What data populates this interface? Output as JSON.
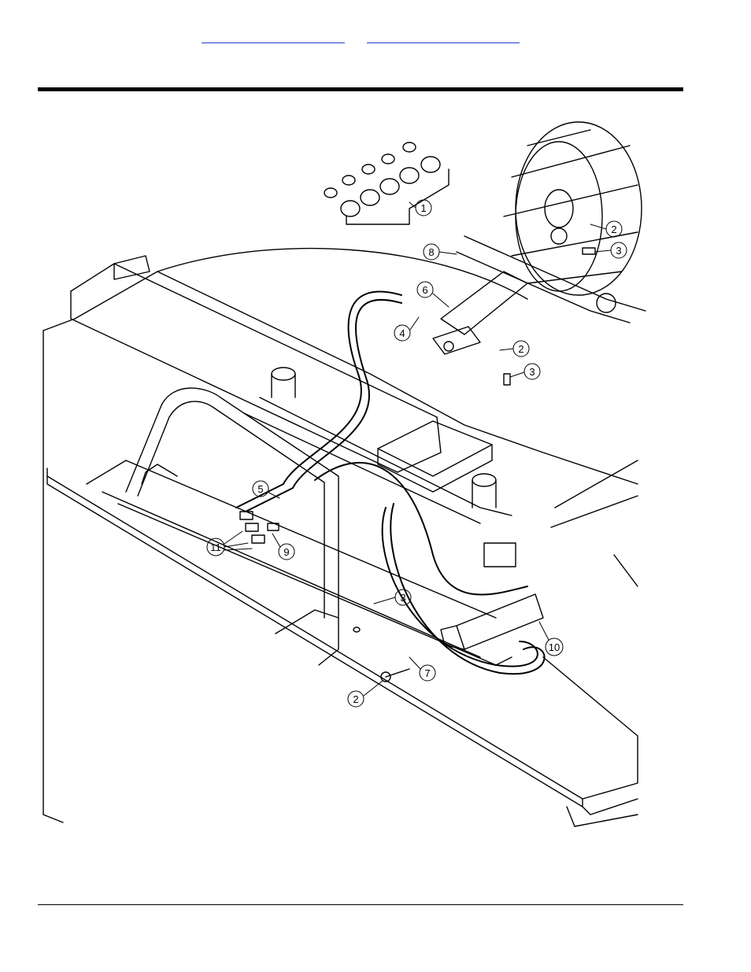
{
  "header": {
    "link_a": "",
    "link_b": ""
  },
  "callouts": [
    {
      "id": "c1",
      "label": "1"
    },
    {
      "id": "c2a",
      "label": "2"
    },
    {
      "id": "c3a",
      "label": "3"
    },
    {
      "id": "c8",
      "label": "8"
    },
    {
      "id": "c6",
      "label": "6"
    },
    {
      "id": "c4",
      "label": "4"
    },
    {
      "id": "c2b",
      "label": "2"
    },
    {
      "id": "c3b",
      "label": "3"
    },
    {
      "id": "c5",
      "label": "5"
    },
    {
      "id": "c11",
      "label": "11"
    },
    {
      "id": "c9",
      "label": "9"
    },
    {
      "id": "c3c",
      "label": "3"
    },
    {
      "id": "c10",
      "label": "10"
    },
    {
      "id": "c7",
      "label": "7"
    },
    {
      "id": "c2c",
      "label": "2"
    }
  ]
}
